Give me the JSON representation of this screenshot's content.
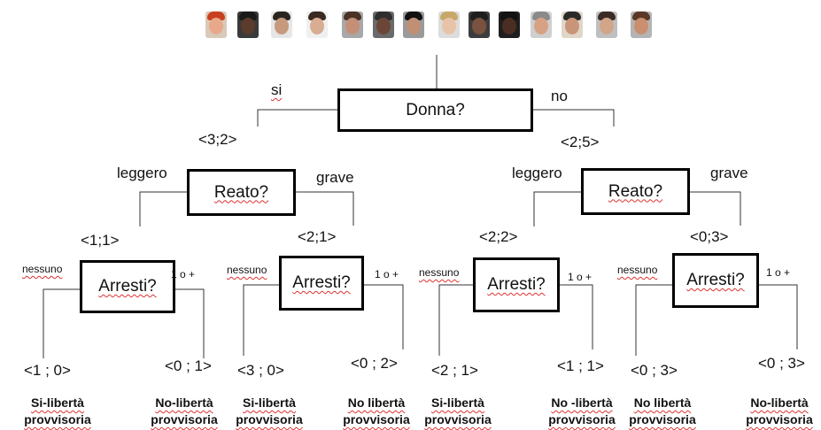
{
  "faces": [
    {
      "bg": "#d9c9b8",
      "skin": "#e8a98a",
      "hair": "#c8401f"
    },
    {
      "bg": "#3a3a3a",
      "skin": "#5b3b2b",
      "hair": "#1a1a1a"
    },
    {
      "bg": "#e6e6e6",
      "skin": "#c79a7e",
      "hair": "#2b2520"
    },
    {
      "bg": "#f0f0f0",
      "skin": "#d8ad93",
      "hair": "#3b2a22"
    },
    {
      "bg": "#a8a8a8",
      "skin": "#c48f76",
      "hair": "#4a3326"
    },
    {
      "bg": "#6a6a6a",
      "skin": "#6b4636",
      "hair": "#2e2e2e"
    },
    {
      "bg": "#9a9a9a",
      "skin": "#c09074",
      "hair": "#111111"
    },
    {
      "bg": "#dcdcdc",
      "skin": "#e9c3a8",
      "hair": "#c8a86a"
    },
    {
      "bg": "#3d3d3d",
      "skin": "#7a5240",
      "hair": "#1e1e1e"
    },
    {
      "bg": "#1f1f1f",
      "skin": "#4b2e22",
      "hair": "#121212"
    },
    {
      "bg": "#cfcfcf",
      "skin": "#d7a283",
      "hair": "#8a8a8a"
    },
    {
      "bg": "#e0d6c8",
      "skin": "#c99578",
      "hair": "#2a2a2a"
    },
    {
      "bg": "#bfbfbf",
      "skin": "#d2a589",
      "hair": "#3a2c25"
    },
    {
      "bg": "#b4b4b4",
      "skin": "#c98f6e",
      "hair": "#5a3a27"
    }
  ],
  "root": {
    "label": "Donna?",
    "left_edge": "si",
    "right_edge": "no"
  },
  "left": {
    "count": "<3;2>",
    "node": "Reato?",
    "left_edge": "leggero",
    "right_edge": "grave",
    "a": {
      "count": "<1;1>",
      "node": "Arresti?",
      "left_edge": "nessuno",
      "right_edge": "1 o +",
      "leaves": [
        {
          "value": "<1 ; 0>",
          "out1": "Si-libertà",
          "out2": "provvisoria"
        },
        {
          "value": "<0 ; 1>",
          "out1": "No-libertà",
          "out2": "provvisoria"
        }
      ]
    },
    "b": {
      "count": "<2;1>",
      "node": "Arresti?",
      "left_edge": "nessuno",
      "right_edge": "1 o +",
      "leaves": [
        {
          "value": "<3 ;  0>",
          "out1": "Si-libertà",
          "out2": "provvisoria"
        },
        {
          "value": "<0 ; 2>",
          "out1": "No libertà",
          "out2": "provvisoria"
        }
      ]
    }
  },
  "right": {
    "count": "<2;5>",
    "node": "Reato?",
    "left_edge": "leggero",
    "right_edge": "grave",
    "a": {
      "count": "<2;2>",
      "node": "Arresti?",
      "left_edge": "nessuno",
      "right_edge": "1 o +",
      "leaves": [
        {
          "value": "<2 ;  1>",
          "out1": "Si-libertà",
          "out2": "provvisoria"
        },
        {
          "value": "<1 ; 1>",
          "out1": "No -libertà",
          "out2": "provvisoria"
        }
      ]
    },
    "b": {
      "count": "<0;3>",
      "node": "Arresti?",
      "left_edge": "nessuno",
      "right_edge": "1 o +",
      "leaves": [
        {
          "value": "<0 ; 3>",
          "out1": "No libertà",
          "out2": "provvisoria"
        },
        {
          "value": "<0 ; 3>",
          "out1": "No-libertà",
          "out2": "provvisoria"
        }
      ]
    }
  }
}
